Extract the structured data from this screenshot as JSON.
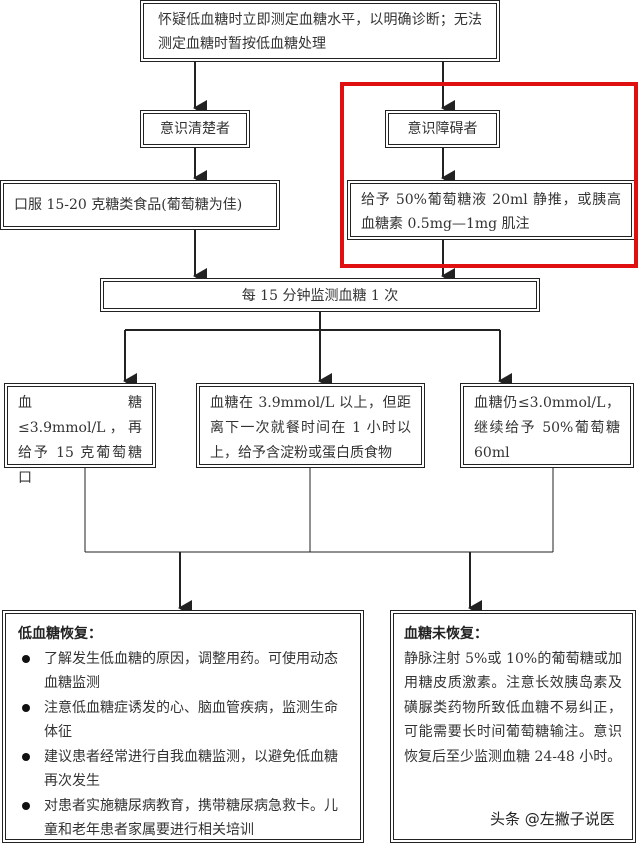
{
  "top_box": "怀疑低血糖时立即测定血糖水平，以明确诊断；无法测定血糖时暂按低血糖处理",
  "conscious": {
    "label": "意识清楚者",
    "action": "口服 15-20 克糖类食品(葡萄糖为佳)"
  },
  "unconscious": {
    "label": "意识障碍者",
    "action": "给予 50%葡萄糖液 20ml 静推，或胰高血糖素 0.5mg—1mg 肌注"
  },
  "monitor": "每 15 分钟监测血糖 1 次",
  "branches": [
    "血　　糖　　≤3.9mmol/L，再给予 15 克葡萄糖口",
    "血糖在 3.9mmol/L 以上，但距离下一次就餐时间在 1 小时以上，给予含淀粉或蛋白质食物",
    "血糖仍≤3.0mmol/L，继续给予 50%葡萄糖 60ml"
  ],
  "recovered": {
    "title": "低血糖恢复：",
    "items": [
      "了解发生低血糖的原因，调整用药。可使用动态血糖监测",
      "注意低血糖症诱发的心、脑血管疾病，监测生命体征",
      "建议患者经常进行自我血糖监测，以避免低血糖再次发生",
      "对患者实施糖尿病教育，携带糖尿病急救卡。儿童和老年患者家属要进行相关培训"
    ]
  },
  "not_recovered": {
    "title": "血糖未恢复：",
    "text": "静脉注射 5%或 10%的葡萄糖或加用糖皮质激素。注意长效胰岛素及磺脲类药物所致低血糖不易纠正，可能需要长时间葡萄糖输注。意识恢复后至少监测血糖 24-48 小时。"
  },
  "watermark": "头条 @左撇子说医",
  "highlight_color": "#e01010"
}
